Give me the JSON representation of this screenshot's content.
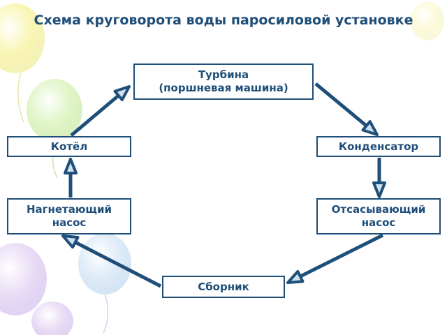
{
  "title": "Схема круговорота воды паросиловой установке",
  "colors": {
    "primary": "#1f4e79",
    "arrow_head_fill": "#cfe0ee",
    "background": "#ffffff"
  },
  "nodes": {
    "turbine": {
      "line1": "Турбина",
      "line2": "(поршневая машина)"
    },
    "boiler": {
      "line1": "Котёл"
    },
    "condenser": {
      "line1": "Конденсатор"
    },
    "feedpump": {
      "line1": "Нагнетающий",
      "line2": "насос"
    },
    "extpump": {
      "line1": "Отсасывающий",
      "line2": "насос"
    },
    "collector": {
      "line1": "Сборник"
    }
  },
  "edges": [
    {
      "from": "boiler",
      "to": "turbine"
    },
    {
      "from": "turbine",
      "to": "condenser"
    },
    {
      "from": "condenser",
      "to": "extpump"
    },
    {
      "from": "extpump",
      "to": "collector"
    },
    {
      "from": "collector",
      "to": "feedpump"
    },
    {
      "from": "feedpump",
      "to": "boiler"
    }
  ]
}
